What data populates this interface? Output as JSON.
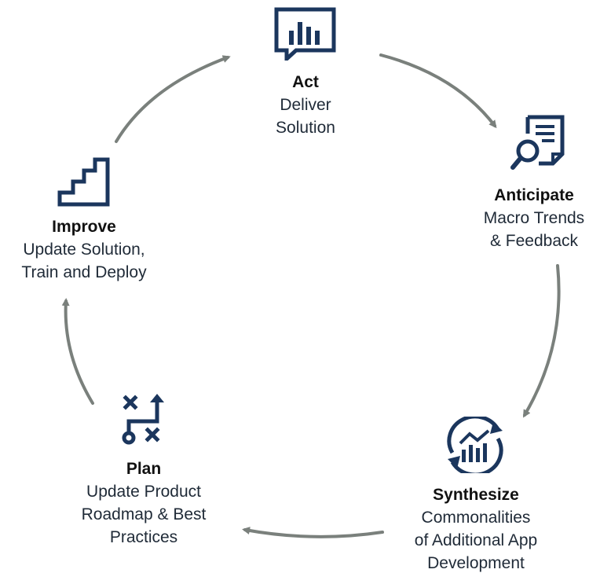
{
  "colors": {
    "navy": "#1b365d",
    "arrow": "#7a807c",
    "text": "#1f2a37",
    "title": "#111111"
  },
  "stages": {
    "act": {
      "icon": "chart-speech-bubble-icon",
      "title": "Act",
      "lines": [
        "Deliver",
        "Solution"
      ]
    },
    "anticipate": {
      "icon": "document-magnifier-icon",
      "title": "Anticipate",
      "lines": [
        "Macro Trends",
        "& Feedback"
      ]
    },
    "synthesize": {
      "icon": "cycle-bar-chart-icon",
      "title": "Synthesize",
      "lines": [
        "Commonalities",
        "of Additional App",
        "Development"
      ]
    },
    "plan": {
      "icon": "strategy-play-icon",
      "title": "Plan",
      "lines": [
        "Update Product",
        "Roadmap & Best",
        "Practices"
      ]
    },
    "improve": {
      "icon": "stairs-icon",
      "title": "Improve",
      "lines": [
        "Update Solution,",
        "Train and Deploy"
      ]
    }
  }
}
